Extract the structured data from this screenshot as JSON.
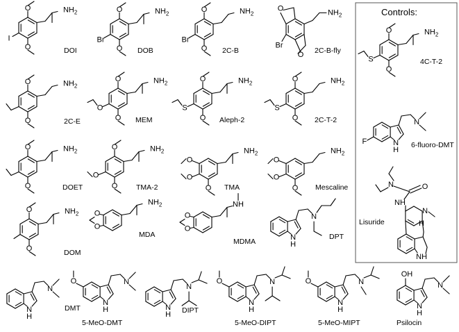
{
  "controls_title": "Controls:",
  "atom_labels": {
    "N": "N",
    "H": "H",
    "NH": "NH",
    "NH2": "NH",
    "sub2": "2",
    "F": "F",
    "Br": "Br",
    "I": "I",
    "S": "S",
    "O": "O",
    "OH": "OH"
  },
  "compounds": [
    {
      "id": "doi",
      "name": "DOI"
    },
    {
      "id": "dob",
      "name": "DOB"
    },
    {
      "id": "2cb",
      "name": "2C-B"
    },
    {
      "id": "2cbfly",
      "name": "2C-B-fly"
    },
    {
      "id": "2ce",
      "name": "2C-E"
    },
    {
      "id": "mem",
      "name": "MEM"
    },
    {
      "id": "aleph2",
      "name": "Aleph-2"
    },
    {
      "id": "2ct2",
      "name": "2C-T-2"
    },
    {
      "id": "doet",
      "name": "DOET"
    },
    {
      "id": "tma2",
      "name": "TMA-2"
    },
    {
      "id": "tma",
      "name": "TMA"
    },
    {
      "id": "mescaline",
      "name": "Mescaline"
    },
    {
      "id": "dom",
      "name": "DOM"
    },
    {
      "id": "mda",
      "name": "MDA"
    },
    {
      "id": "mdma",
      "name": "MDMA"
    },
    {
      "id": "dpt",
      "name": "DPT"
    },
    {
      "id": "dmt",
      "name": "DMT"
    },
    {
      "id": "5meodmt",
      "name": "5-MeO-DMT"
    },
    {
      "id": "dipt",
      "name": "DIPT"
    },
    {
      "id": "5meodipt",
      "name": "5-MeO-DIPT"
    },
    {
      "id": "5meomipt",
      "name": "5-MeO-MIPT"
    },
    {
      "id": "psilocin",
      "name": "Psilocin"
    },
    {
      "id": "4ct2",
      "name": "4C-T-2"
    },
    {
      "id": "6fdmt",
      "name": "6-fluoro-DMT"
    },
    {
      "id": "lisuride",
      "name": "Lisuride"
    }
  ]
}
